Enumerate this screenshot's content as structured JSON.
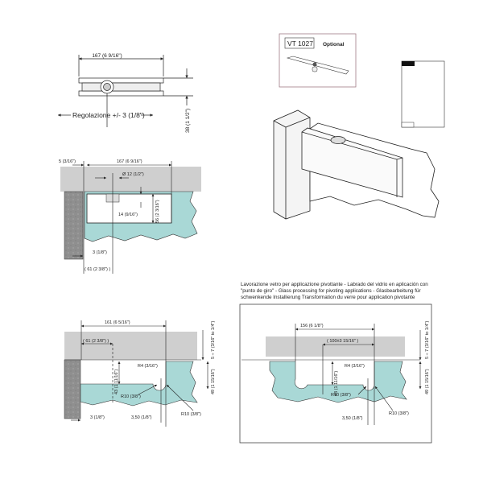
{
  "top_view": {
    "width_dim": "167 (6 9/16\")",
    "adjustment": "Regolazione +/- 3 (1/8\")",
    "height_dim": "38 (1 1/2\")"
  },
  "section_fitting": {
    "offset_dim": "5 (3/16\")",
    "width_dim": "167 (6 9/16\")",
    "hole_dim": "Ø 12 (1/2\")",
    "hole_depth": "14 (9/16\")",
    "height_dim": "56 (2 3/16\")",
    "gap_dim": "3 (1/8\")",
    "axis_dim": "( 61 (2 3/8\") )"
  },
  "section_glass_wall": {
    "width_dim": "161 (6 5/16\")",
    "axis_dim": "( 61 (2 3/8\") )",
    "depth_dim": "43 (1 11/16\")",
    "radius_small": "R4 (3/16\")",
    "radius_left": "R10 (3/8\")",
    "radius_right": "R10 (3/8\")",
    "gap_dim": "3 (1/8\")",
    "offset_dim": "3,50 (1/8\")",
    "clearance_dim": "5 ÷ 7 (3/16\" to 1/4\")",
    "height_dim": "49 (1 15/16\")"
  },
  "section_glass_processing": {
    "description": "Lavorazione vetro per applicazione pivottante - Labrado del vidrio en aplicación con \"punto de giro\" - Glass processing for pivoting applications - Glasbearbeitung für schwenkende Installierung Transformation du verre pour application pivotante",
    "width_dim": "156 (6 1/8\")",
    "axis_dim": "( 100±3 15/16\" )",
    "depth_dim": "43 (1 11/16\")",
    "radius_small": "R4 (3/16\")",
    "radius_left": "R10 (3/8\")",
    "radius_right": "R10 (3/8\")",
    "offset_dim": "3,50 (1/8\")",
    "clearance_dim": "5 ÷ 7 (3/16\" to 1/4\")",
    "height_dim": "49 (1 15/16\")"
  },
  "optional_part": {
    "code": "VT 1027",
    "label": "Optional"
  },
  "colors": {
    "glass": "#a9d8d6",
    "ceiling": "#cfcfcf",
    "wall": "#8f8f8f",
    "optional_border": "#a07a86"
  }
}
